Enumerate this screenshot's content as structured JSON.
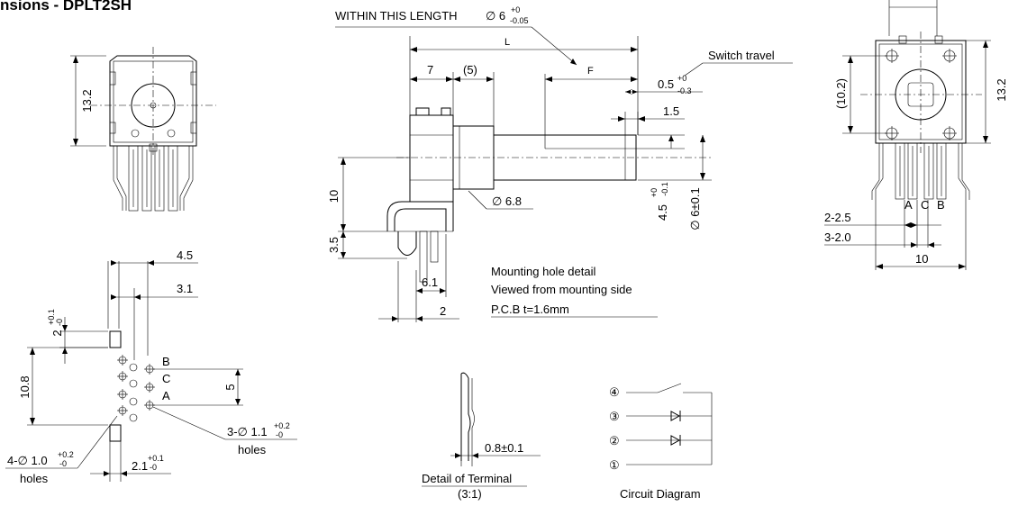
{
  "header": {
    "title": "nsions - DPLT2SH"
  },
  "front_view": {
    "dim_height": "13.2"
  },
  "mounting_hole_view": {
    "dim_4_5": "4.5",
    "dim_3_1": "3.1",
    "dim_2_tol_upper": "+0.1",
    "dim_2_base": "2",
    "dim_2_tol_lower": "-0",
    "dim_10_8": "10.8",
    "dim_5": "5",
    "term_b": "B",
    "term_c": "C",
    "term_a": "A",
    "holes3_label": "3-∅ 1.1",
    "holes3_tol_upper": "+0.2",
    "holes3_tol_lower": "-0",
    "holes3_holes": "holes",
    "holes4_label": "4-∅ 1.0",
    "holes4_tol_upper": "+0.2",
    "holes4_tol_lower": "-0",
    "holes4_holes": "holes",
    "dim_2_1_base": "2.1",
    "dim_2_1_tol_upper": "+0.1",
    "dim_2_1_tol_lower": "-0"
  },
  "side_view": {
    "within_length_label": "WITHIN THIS LENGTH",
    "within_dia": "∅ 6",
    "within_tol_upper": "+0",
    "within_tol_lower": "-0.05",
    "dim_L": "L",
    "dim_7": "7",
    "dim_5_paren": "(5)",
    "dim_F": "F",
    "switch_travel": "Switch travel",
    "dim_0_5_base": "0.5",
    "dim_0_5_tol_upper": "+0",
    "dim_0_5_tol_lower": "-0.3",
    "dim_1_5": "1.5",
    "dim_10": "10",
    "dim_6_8": "∅ 6.8",
    "dim_4_5_base": "4.5",
    "dim_4_5_tol_upper": "+0",
    "dim_4_5_tol_lower": "-0.1",
    "dim_6_shaft": "∅ 6±0.1",
    "dim_3_5": "3.5",
    "dim_6_1": "6.1",
    "dim_2": "2"
  },
  "notes": {
    "mounting_line1": "Mounting hole detail",
    "mounting_line2": "Viewed from mounting side",
    "pcb": "P.C.B  t=1.6mm"
  },
  "rear_view": {
    "dim_10_2": "(10.2)",
    "dim_13_2": "13.2",
    "term_a": "A",
    "term_c": "C",
    "term_b": "B",
    "dim_2_2_5": "2-2.5",
    "dim_3_2_0": "3-2.0",
    "dim_10": "10"
  },
  "terminal_detail": {
    "dim_thickness": "0.8±0.1",
    "caption": "Detail of Terminal",
    "scale": "(3:1)"
  },
  "circuit": {
    "pin4": "④",
    "pin3": "③",
    "pin2": "②",
    "pin1": "①",
    "caption": "Circuit Diagram"
  }
}
